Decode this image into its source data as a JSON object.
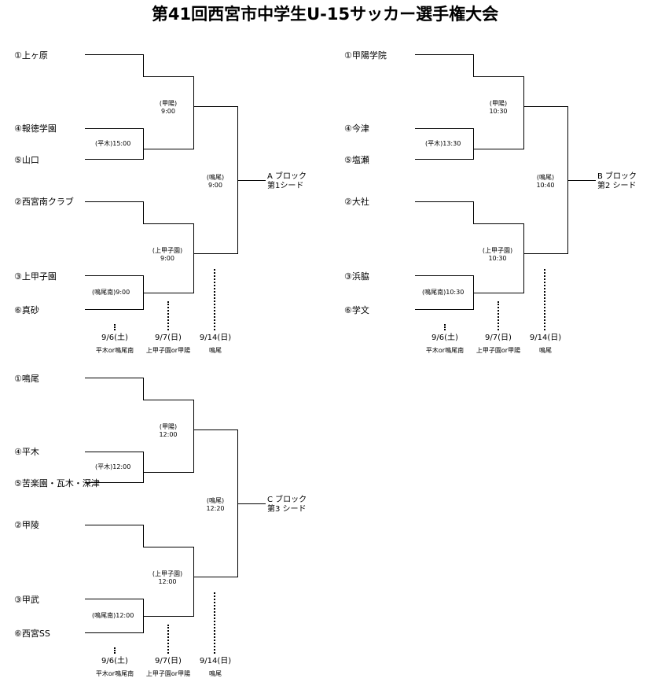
{
  "title": "第41回西宮市中学生U-15サッカー選手権大会",
  "blocks": [
    {
      "teams": [
        "①上ヶ原",
        "④報徳学園",
        "⑤山口",
        "②西宮南クラブ",
        "③上甲子園",
        "⑥真砂"
      ],
      "r1_venue": "(平木)15:00",
      "r1b_venue": "(鳴尾南)9:00",
      "sf_top": {
        "place": "(甲陽)",
        "time": "9:00"
      },
      "sf_bot": {
        "place": "(上甲子園)",
        "time": "9:00"
      },
      "final": {
        "place": "(鳴尾)",
        "time": "9:00"
      },
      "winner": {
        "block": "A ブロック",
        "seed": "第1シード"
      }
    },
    {
      "teams": [
        "①甲陽学院",
        "④今津",
        "⑤塩瀬",
        "②大社",
        "③浜脇",
        "⑥学文"
      ],
      "r1_venue": "(平木)13:30",
      "r1b_venue": "(鳴尾南)10:30",
      "sf_top": {
        "place": "(甲陽)",
        "time": "10:30"
      },
      "sf_bot": {
        "place": "(上甲子園)",
        "time": "10:30"
      },
      "final": {
        "place": "(鳴尾)",
        "time": "10:40"
      },
      "winner": {
        "block": "B ブロック",
        "seed": "第2 シード"
      }
    },
    {
      "teams": [
        "①鳴尾",
        "④平木",
        "⑤苦楽園・瓦木・深津",
        "②甲陵",
        "③甲武",
        "⑥西宮SS"
      ],
      "r1_venue": "(平木)12:00",
      "r1b_venue": "(鳴尾南)12:00",
      "sf_top": {
        "place": "(甲陽)",
        "time": "12:00"
      },
      "sf_bot": {
        "place": "(上甲子園)",
        "time": "12:00"
      },
      "final": {
        "place": "(鳴尾)",
        "time": "12:20"
      },
      "winner": {
        "block": "C ブロック",
        "seed": "第3 シード"
      }
    }
  ],
  "schedule": {
    "d1": "9/6(土)",
    "l1": "平木or鳴尾南",
    "d2": "9/7(日)",
    "l2": "上甲子園or甲陽",
    "d3": "9/14(日)",
    "l3": "鳴尾"
  }
}
